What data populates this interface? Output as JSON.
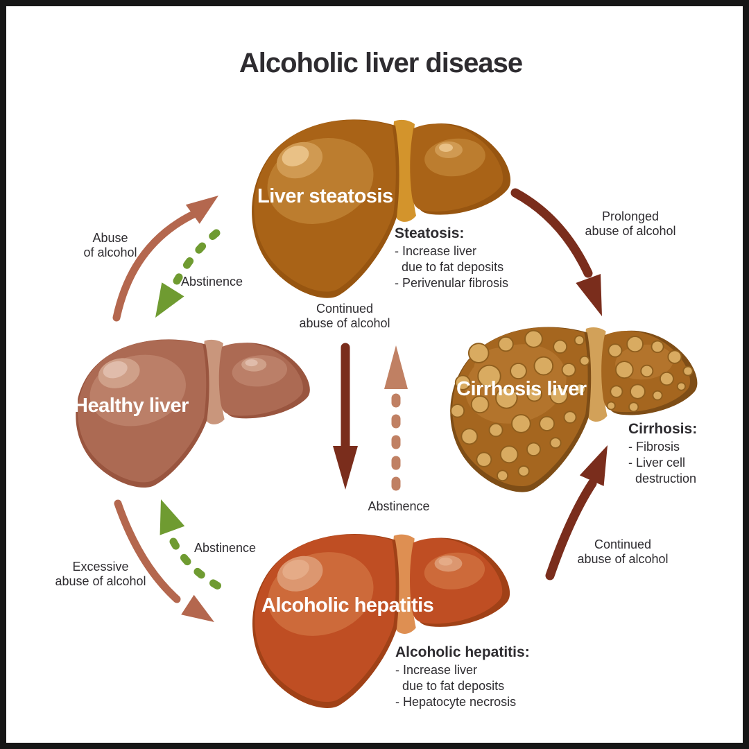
{
  "title": "Alcoholic liver disease",
  "stages": {
    "steatosis": {
      "name": "Liver steatosis",
      "info_title": "Steatosis:",
      "info_body": "- Increase liver\n  due to fat deposits\n- Perivenular fibrosis"
    },
    "cirrhosis": {
      "name": "Cirrhosis liver",
      "info_title": "Cirrhosis:",
      "info_body": "- Fibrosis\n- Liver cell\n  destruction"
    },
    "hepatitis": {
      "name": "Alcoholic hepatitis",
      "info_title": "Alcoholic hepatitis:",
      "info_body": "- Increase liver\n  due to fat deposits\n- Hepatocyte necrosis"
    },
    "healthy": {
      "name": "Healthy liver"
    }
  },
  "transitions": {
    "abuse": "Abuse\nof alcohol",
    "abstinence_top": "Abstinence",
    "prolonged": "Prolonged\nabuse of alcohol",
    "continued_center": "Continued\nabuse of alcohol",
    "abstinence_center": "Abstinence",
    "abstinence_left": "Abstinence",
    "excessive": "Excessive\nabuse of alcohol",
    "continued_right": "Continued\nabuse of alcohol"
  },
  "colors": {
    "text": "#2e2c30",
    "abuse_arrow": "#b4674e",
    "abstinence_arrow": "#6f9b31",
    "progression_arrow": "#7a2d1c",
    "abstinence_center_arrow": "#c08063"
  },
  "palettes": {
    "steatosis": "--dark:#975510;--mid:#a96317;--light:#bc7d2f;--spot:#d09a52;--spot2:#e9c186;--band:#d3942c",
    "healthy": "--dark:#99553f;--mid:#ac6a53;--light:#bb7f68;--spot:#cfa089;--spot2:#e0bcab;--band:#c9967c",
    "cirrhosis": "--dark:#7e4d16;--mid:#a5661f;--light:#b3742c;--spot:#b3742c;--spot2:#b3742c;--nodule:#d9ab61;--nodedge:#8f5e1d;--band:#d2a159",
    "hepatitis": "--dark:#a04117;--mid:#bf4e23;--light:#cd6a3a;--spot:#dc9770;--spot2:#e5ab87;--band:#de8f52"
  }
}
